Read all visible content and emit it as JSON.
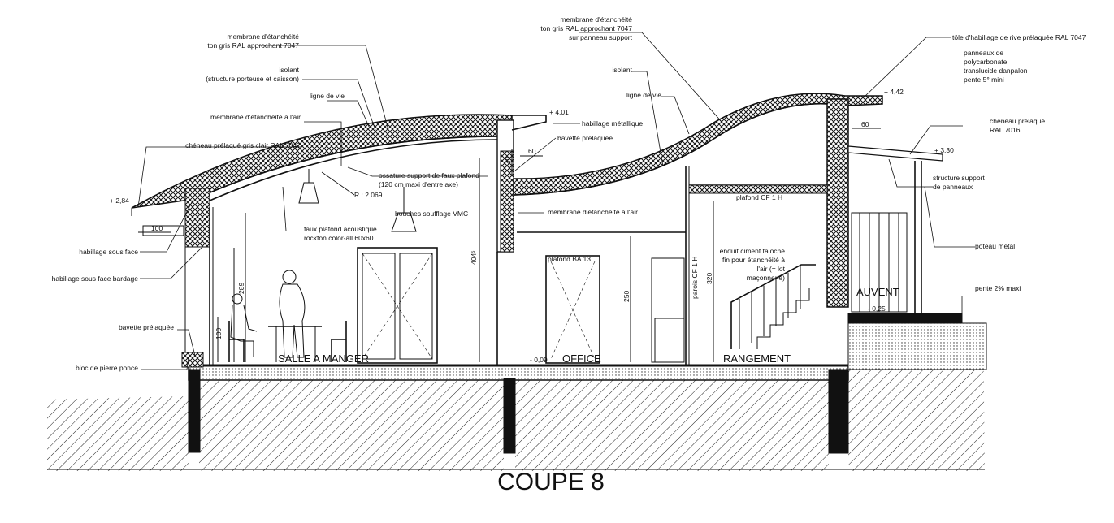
{
  "title": "COUPE 8",
  "rooms": {
    "salle": "SALLE A MANGER",
    "office": "OFFICE",
    "rangement": "RANGEMENT",
    "auvent": "AUVENT"
  },
  "labels_left": {
    "l1a": "membrane d'étanchéité",
    "l1b": "ton gris RAL approchant 7047",
    "l2a": "isolant",
    "l2b": "(structure porteuse et caisson)",
    "l3": "ligne de vie",
    "l4": "membrane d'étanchéité à l'air",
    "l5": "chéneau prélaqué gris clair RAL 7047",
    "l6": "habillage sous face",
    "l7": "habillage sous face bardage",
    "l8": "bavette prélaquée",
    "l9": "bloc de pierre ponce"
  },
  "labels_center": {
    "c1a": "membrane d'étanchéité",
    "c1b": "ton gris RAL approchant 7047",
    "c1c": "sur panneau support",
    "c2": "isolant",
    "c3": "ligne de vie",
    "c4": "habillage métallique",
    "c5": "bavette prélaquée",
    "c6a": "ossature support de faux plafond",
    "c6b": "(120 cm maxi d'entre axe)",
    "c7": "R.: 2 069",
    "c8a": "faux plafond acoustique",
    "c8b": "rockfon color-all 60x60",
    "c9": "bouches soufflage VMC",
    "c10": "membrane d'étanchéité à l'air",
    "c11": "plafond CF 1 H",
    "c12": "plafond BA 13",
    "c13": "parois CF 1 H",
    "c14a": "enduit ciment taloché",
    "c14b": "fin pour étanchéité à",
    "c14c": "l'air (= lot",
    "c14d": "maçonnerie)"
  },
  "labels_right": {
    "r1": "tôle d'habillage de rive prélaquée RAL 7047",
    "r2a": "panneaux de",
    "r2b": "polycarbonate",
    "r2c": "translucide danpalon",
    "r2d": "pente 5° mini",
    "r3a": "chéneau prélaqué",
    "r3b": "RAL 7016",
    "r4a": "structure support",
    "r4b": "de panneaux",
    "r5": "poteau métal",
    "r6": "pente 2% maxi"
  },
  "levels": {
    "e1": "+ 2,84",
    "e2": "+ 4,01",
    "e3": "+ 4,42",
    "e4": "+ 3,30",
    "e5": "- 0,09",
    "e6": "- 0,25"
  },
  "dims": {
    "d100a": "100",
    "d289": "289",
    "d100b": "100",
    "d40": "40",
    "d60a": "60",
    "d404": "404⁵",
    "d250": "250",
    "d320": "320",
    "d60b": "60"
  }
}
